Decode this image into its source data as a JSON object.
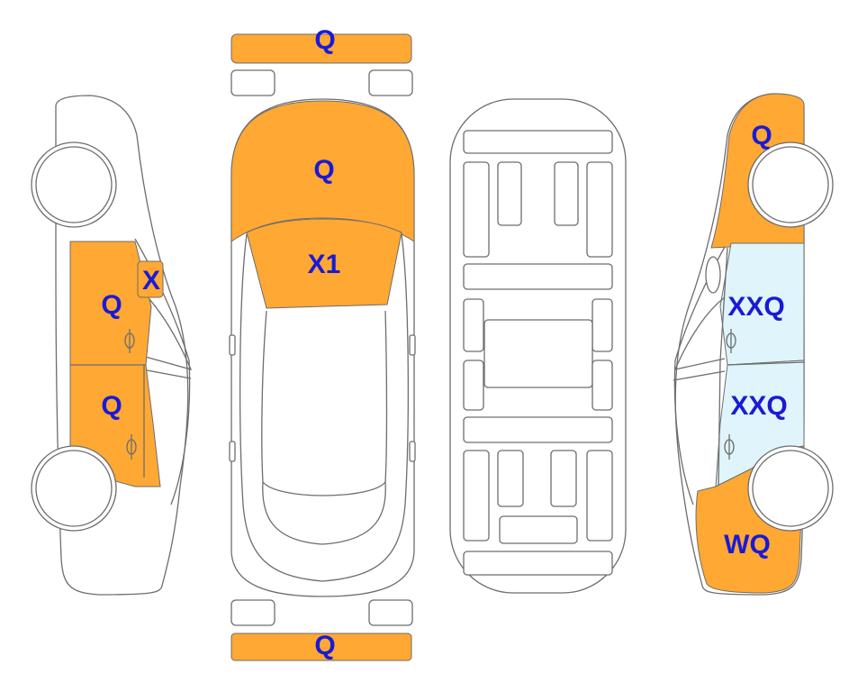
{
  "colors": {
    "highlight": "#ffa833",
    "glass_highlight": "#dff5fb",
    "label": "#1a1ad6",
    "outline": "#6d6d6d",
    "background": "#ffffff"
  },
  "views": {
    "left_side": {
      "front_door": "Q",
      "rear_door": "Q",
      "window": "X"
    },
    "top_view": {
      "front_bumper": "Q",
      "hood": "Q",
      "windshield": "X1",
      "rear_bumper": "Q"
    },
    "right_side": {
      "front_fender": "Q",
      "front_door": "XXQ",
      "rear_door": "XXQ",
      "rear_quarter": "WQ"
    }
  }
}
